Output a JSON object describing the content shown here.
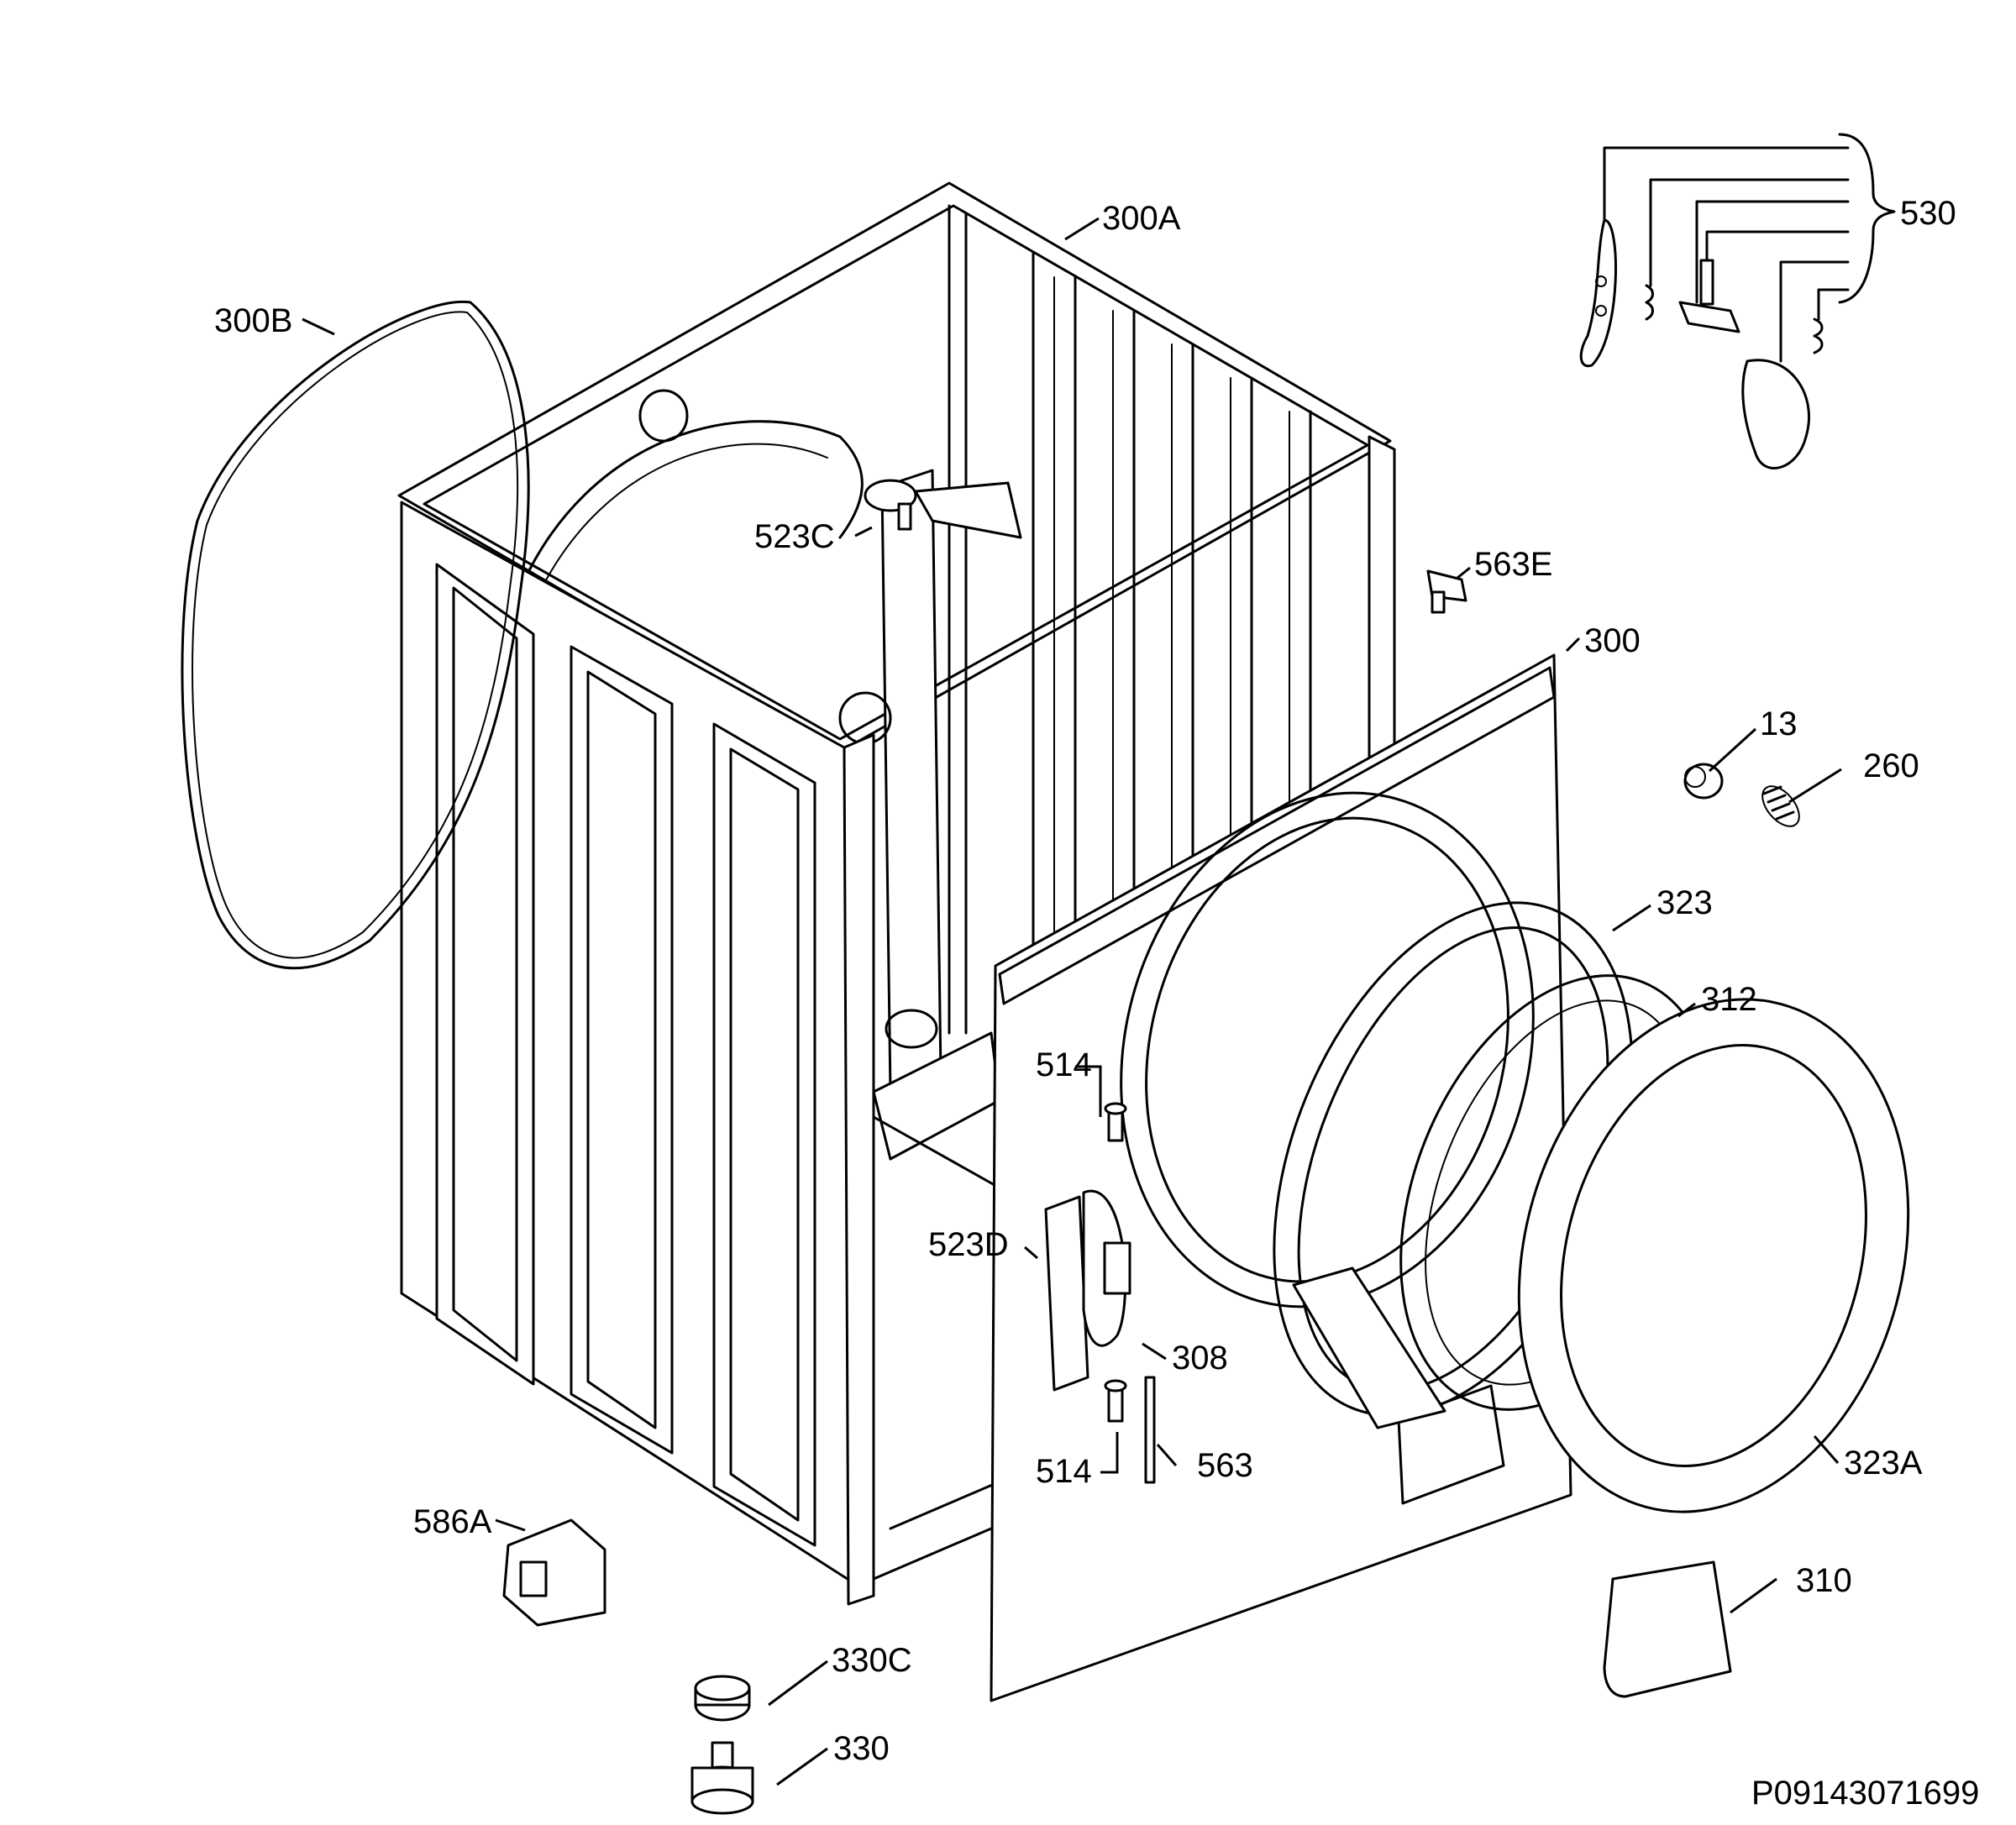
{
  "callouts": {
    "c300A": "300A",
    "c300B": "300B",
    "c530": "530",
    "c523C": "523C",
    "c563E": "563E",
    "c300": "300",
    "c13": "13",
    "c260": "260",
    "c323": "323",
    "c312": "312",
    "c514a": "514",
    "c523D": "523D",
    "c308": "308",
    "c514b": "514",
    "c563": "563",
    "c323A": "323A",
    "c586A": "586A",
    "c310": "310",
    "c330C": "330C",
    "c330": "330"
  },
  "reference": "P09143071699"
}
